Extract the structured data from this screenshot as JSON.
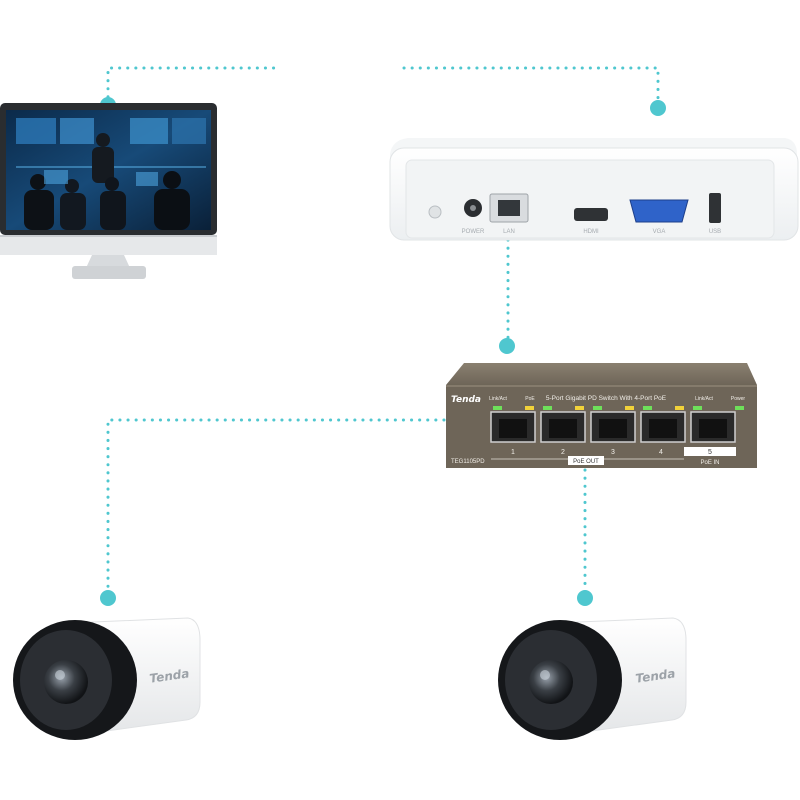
{
  "nvr": {
    "port_labels": [
      "POWER",
      "LAN",
      "HDMI",
      "VGA",
      "USB"
    ]
  },
  "switch": {
    "brand": "Tenda",
    "model": "TEG1105PD",
    "title": "5-Port Gigabit PD Switch With 4-Port PoE",
    "top_labels": [
      "Link/Act",
      "PoE",
      "Link/Act",
      "Power"
    ],
    "port_numbers": [
      "1",
      "2",
      "3",
      "4",
      "5"
    ],
    "poe_out_label": "PoE OUT",
    "poe_in_label": "PoE IN"
  },
  "cameras": [
    {
      "brand": "Tenda"
    },
    {
      "brand": "Tenda"
    }
  ],
  "colors": {
    "link_line": "#4fc7cf",
    "node_dot": "#4fc7cf",
    "switch_body": "#6e6558",
    "led_green": "#6ee05a",
    "led_yellow": "#f2d23a"
  }
}
